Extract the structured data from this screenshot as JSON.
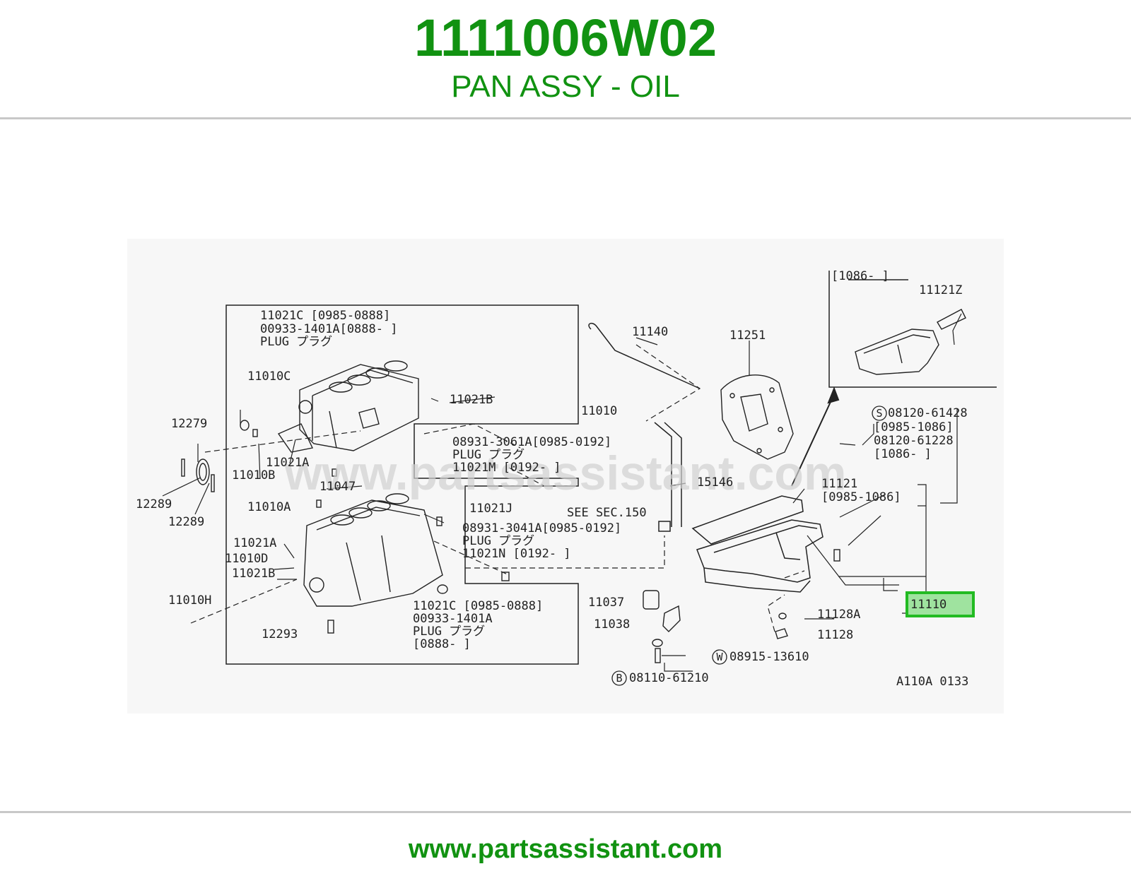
{
  "colors": {
    "brand": "#119211",
    "highlight_fill": "#9fe39f",
    "highlight_border": "#22bb22",
    "line": "#c8c8c8",
    "diagram_bg": "#f7f7f7"
  },
  "header": {
    "part_number": "1111006W02",
    "part_name": "PAN ASSY - OIL"
  },
  "watermark": "www.partsassistant.com",
  "footer": {
    "link": "www.partsassistant.com"
  },
  "diagram": {
    "highlighted_callout": "11110",
    "callouts": [
      "11021C [0985-0888]",
      "00933-1401A[0888-   ]",
      "PLUG プラグ",
      "11010C",
      "11021B",
      "11010",
      "12279",
      "08931-3061A[0985-0192]",
      "PLUG プラグ",
      "11021M [0192-      ]",
      "12289",
      "11010B",
      "11021A",
      "11047",
      "12289",
      "11010A",
      "11021J",
      "SEE SEC.150",
      "08931-3041A[0985-0192]",
      "PLUG プラグ",
      "11021N [0192-      ]",
      "11021A",
      "11010D",
      "11021B",
      "11010H",
      "12293",
      "11021C [0985-0888]",
      "00933-1401A",
      "PLUG プラグ",
      "[0888-   ]",
      "11140",
      "11251",
      "15146",
      "[1086-   ]",
      "11121Z",
      "08120-61428",
      "[0985-1086]",
      "08120-61228",
      "[1086-   ]",
      "11121",
      "[0985-1086]",
      "11037",
      "11038",
      "11128A",
      "11128",
      "08915-13610",
      "08110-61210",
      "A110A 0133"
    ],
    "circled_letters": [
      "S",
      "W",
      "B"
    ]
  }
}
